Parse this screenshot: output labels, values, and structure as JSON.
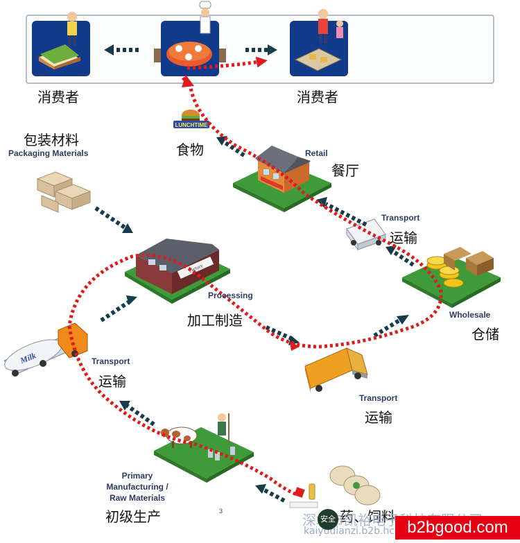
{
  "consumers": {
    "left": "消费者",
    "right": "消费者"
  },
  "food": {
    "zh": "食物",
    "sign": "LUNCHTIME"
  },
  "retail": {
    "en": "Retail",
    "zh": "餐厅"
  },
  "packaging": {
    "zh": "包装材料",
    "en": "Packaging Materials"
  },
  "transport_top": {
    "en": "Transport",
    "zh": "运输"
  },
  "processing": {
    "en": "Processing",
    "zh": "加工制造",
    "factory_sign": "Factory"
  },
  "wholesale": {
    "en": "Wholesale",
    "zh": "仓储"
  },
  "transport_left": {
    "en": "Transport",
    "zh": "运输",
    "tanker_text": "Milk"
  },
  "transport_bottom": {
    "en": "Transport",
    "zh": "运输"
  },
  "primary": {
    "en_line1": "Primary",
    "en_line2": "Manufacturing /",
    "en_line3": "Raw Materials",
    "zh": "初级生产"
  },
  "inputs": {
    "zh": "药、饲料"
  },
  "page_number": "3",
  "watermark": {
    "company": "深圳市凯裕电子科技有限公司",
    "url": "kaiyudianzi.b2b.hc360.com",
    "brand": "b2bgood.com",
    "badge": "安全"
  },
  "colors": {
    "tile": "#123a8a",
    "red_path": "#e01b1b",
    "dark_arrow": "#163b4a",
    "grass": "#3f9a3a",
    "brand_red": "#e60012"
  }
}
